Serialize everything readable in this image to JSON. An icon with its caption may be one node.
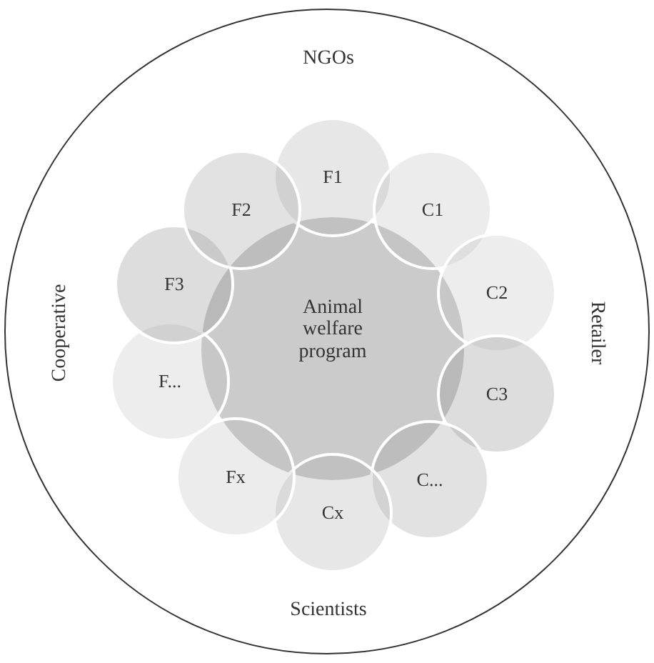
{
  "diagram": {
    "nodes": [
      {
        "text": [
          "NGOs",
          "Retailer",
          "Scientists",
          "Cooperative"
        ]
      },
      {
        "text": [
          "Animal welfare program"
        ],
        "in": 0
      },
      {
        "text": [
          "F1"
        ],
        "in": 0
      },
      {
        "text": [
          "C1"
        ],
        "in": 0
      },
      {
        "text": [
          "C2"
        ],
        "in": 0
      },
      {
        "text": [
          "C3"
        ],
        "in": 0
      },
      {
        "text": [
          "C..."
        ],
        "in": 0
      },
      {
        "text": [
          "Cx"
        ],
        "in": 0
      },
      {
        "text": [
          "Fx"
        ],
        "in": 0
      },
      {
        "text": [
          "F..."
        ],
        "in": 0
      },
      {
        "text": [
          "F3"
        ],
        "in": 0
      },
      {
        "text": [
          "F2"
        ],
        "in": 0
      }
    ]
  }
}
